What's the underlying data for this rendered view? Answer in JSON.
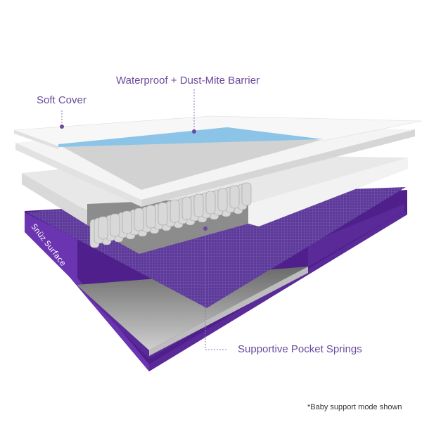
{
  "labels": {
    "soft_cover": "Soft Cover",
    "barrier": "Waterproof + Dust-Mite Barrier",
    "springs": "Supportive Pocket Springs"
  },
  "brand_text": "Snüz Surface",
  "footnote": "*Baby support mode shown",
  "colors": {
    "purple": "#5b2a99",
    "label_purple": "#6a4a9c",
    "barrier_blue": "#8cc4e8"
  }
}
